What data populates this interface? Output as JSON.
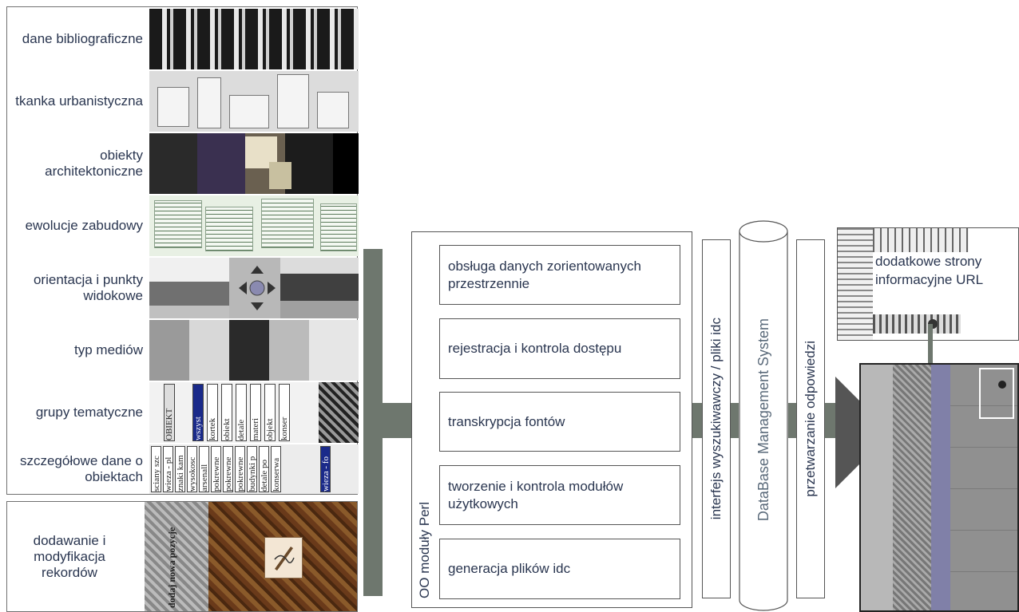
{
  "categories": [
    {
      "label": "dane bibliograficzne"
    },
    {
      "label": "tkanka urbanistyczna"
    },
    {
      "label": "obiekty architektoniczne"
    },
    {
      "label": "ewolucje zabudowy"
    },
    {
      "label": "orientacja i punkty widokowe"
    },
    {
      "label": "typ mediów"
    },
    {
      "label": "grupy tematyczne"
    },
    {
      "label": "szczegółowe dane o obiektach"
    }
  ],
  "add_panel": {
    "label": "dodawanie i modyfikacja rekordów"
  },
  "perl": {
    "label": "OO moduły Perl",
    "modules": [
      {
        "label": "obsługa danych zorientowanych przestrzennie"
      },
      {
        "label": "rejestracja i kontrola dostępu"
      },
      {
        "label": "transkrypcja fontów"
      },
      {
        "label": "tworzenie i kontrola modułów użytkowych"
      },
      {
        "label": "generacja plików idc"
      }
    ]
  },
  "search_interface": {
    "label": "interfejs wyszukiwawczy / pliki idc"
  },
  "dbms": {
    "label": "DataBase Management System"
  },
  "response": {
    "label": "przetwarzanie odpowiedzi"
  },
  "url_pages": {
    "label": "dodatkowe strony informacyjne URL"
  },
  "thumbs": {
    "groups_cols": [
      "OBIEKT",
      "wszyst",
      "kortek",
      "obiekt",
      "detale",
      "materi",
      "objekt",
      "konser"
    ],
    "detail_cols": [
      "sciany szc",
      "wieza - pl",
      "znaki kam",
      "wysokosc",
      "arsenall",
      "pokrewne",
      "pokrewne",
      "pokrewne",
      "budynki p",
      "detale po",
      "konserwa",
      "wieza - fo"
    ],
    "add_col": "dodaj nowa pozycje"
  },
  "colors": {
    "connector": "#6e776e",
    "text": "#2a3650",
    "border": "#555555"
  }
}
